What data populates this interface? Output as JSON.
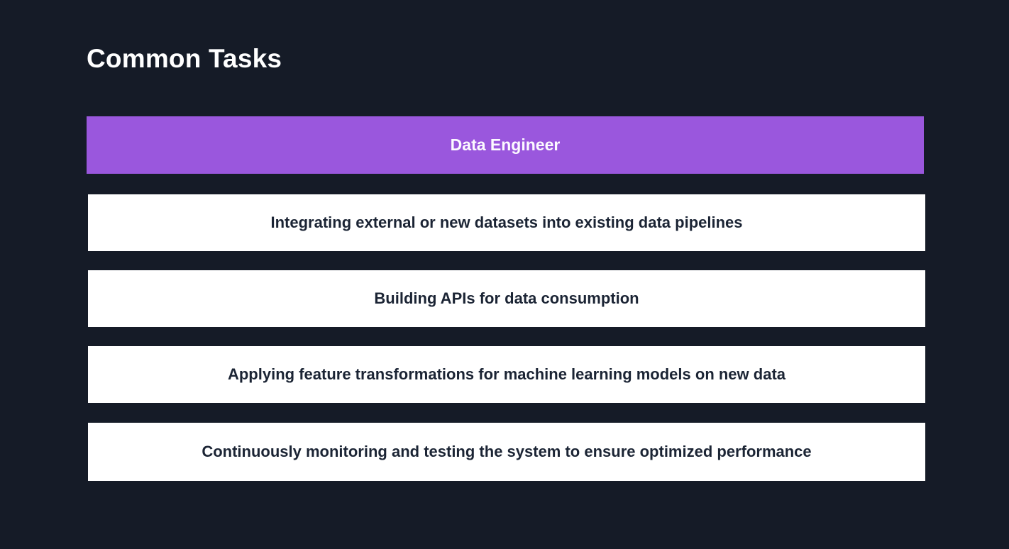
{
  "page": {
    "title": "Common Tasks"
  },
  "column": {
    "header": "Data Engineer"
  },
  "tasks": [
    "Integrating external or new datasets into existing data pipelines",
    "Building APIs for data consumption",
    "Applying feature transformations for machine learning models on new data",
    "Continuously monitoring and testing the system to ensure optimized performance"
  ],
  "colors": {
    "background": "#151b27",
    "header_bg": "#9a57dd",
    "header_text": "#fcfaff",
    "row_bg": "#ffffff",
    "row_text": "#1b2434",
    "title_text": "#ffffff"
  }
}
